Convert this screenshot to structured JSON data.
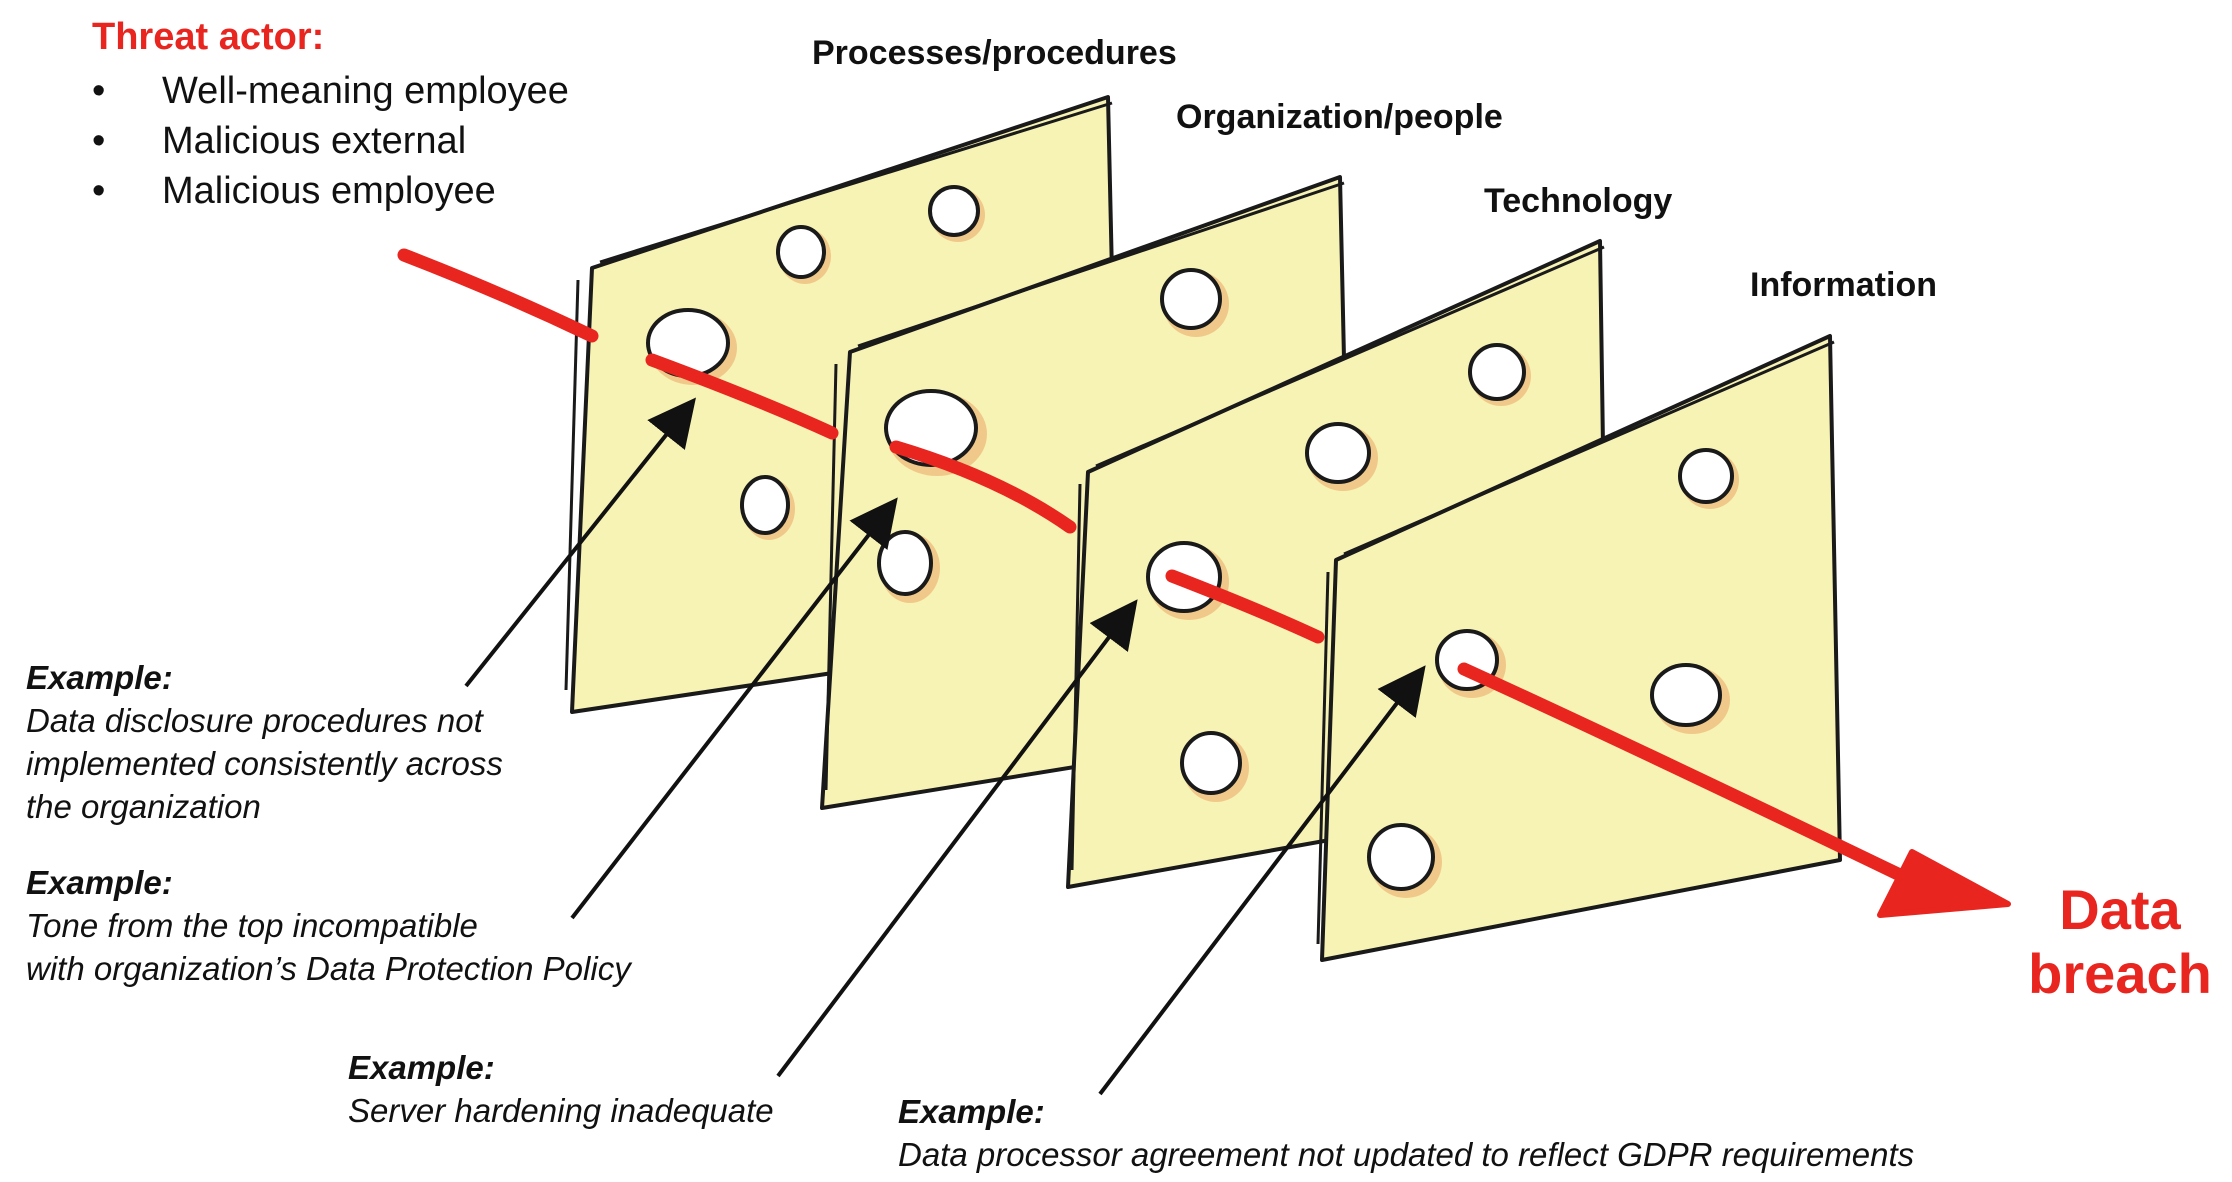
{
  "threat": {
    "title": "Threat actor:",
    "bullet": "•",
    "actors": [
      "Well-meaning employee",
      "Malicious external",
      "Malicious employee"
    ]
  },
  "layers": [
    {
      "label": "Processes/procedures"
    },
    {
      "label": "Organization/people"
    },
    {
      "label": "Technology"
    },
    {
      "label": "Information"
    }
  ],
  "examples": [
    {
      "heading": "Example:",
      "text": "Data disclosure procedures not\nimplemented consistently across\nthe organization"
    },
    {
      "heading": "Example:",
      "text": "Tone from the top incompatible\nwith organization’s Data Protection Policy"
    },
    {
      "heading": "Example:",
      "text": "Server hardening inadequate"
    },
    {
      "heading": "Example:",
      "text": "Data processor agreement not updated to reflect GDPR requirements"
    }
  ],
  "outcome": {
    "label": "Data\nbreach"
  },
  "colors": {
    "threat_path": "#e8251f",
    "slice_fill": "#f7f3b4",
    "slice_stroke": "#1a1a1a",
    "hole_fill": "#ffffff",
    "hole_shadow": "#f0c98a",
    "accent_text": "#e8251f"
  }
}
